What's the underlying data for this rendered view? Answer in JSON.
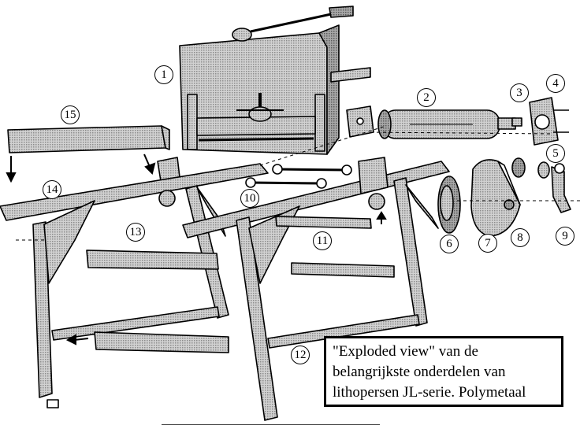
{
  "caption": {
    "line1": "\"Exploded view\" van de",
    "line2": "belangrijkste onderdelen van",
    "line3": "lithopersen JL-serie. Polymetaal"
  },
  "callouts": [
    "1",
    "2",
    "3",
    "4",
    "5",
    "6",
    "7",
    "8",
    "9",
    "10",
    "11",
    "12",
    "13",
    "14",
    "15"
  ],
  "colors": {
    "line": "#000000",
    "stipple": "#b9b9b9",
    "background": "#ffffff"
  }
}
